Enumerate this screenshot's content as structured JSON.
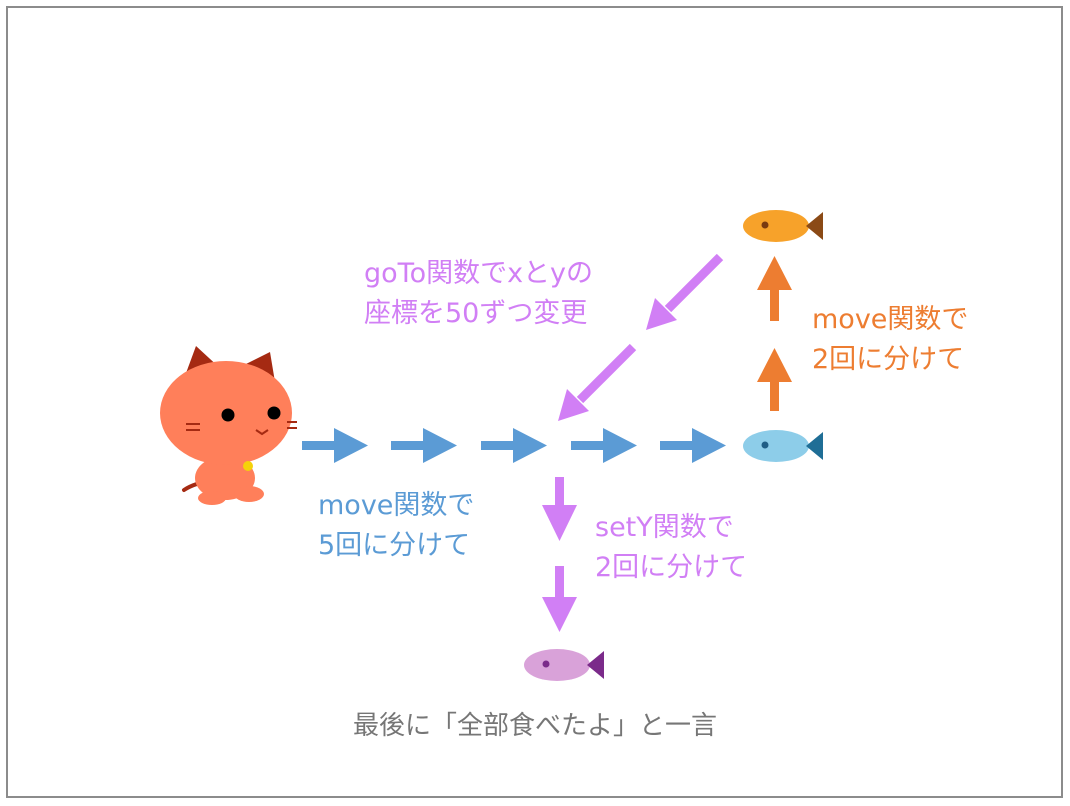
{
  "labels": {
    "move_blue": [
      "move関数で",
      "5回に分けて"
    ],
    "move_orange": [
      "move関数で",
      "2回に分けて"
    ],
    "goto": [
      "goTo関数でxとyの",
      "座標を50ずつ変更"
    ],
    "sety": [
      "setY関数で",
      "2回に分けて"
    ]
  },
  "caption": "最後に「全部食べたよ」と一言",
  "colors": {
    "blue": "#5b9bd5",
    "orange": "#ed7d31",
    "purple": "#d17ff5",
    "gray_text": "#767676",
    "frame": "#8c8c8c",
    "cat": "#ff7f5a",
    "cat_dark": "#a52a12"
  },
  "icons": [
    "cat-character",
    "fish-orange",
    "fish-blue",
    "fish-purple"
  ]
}
